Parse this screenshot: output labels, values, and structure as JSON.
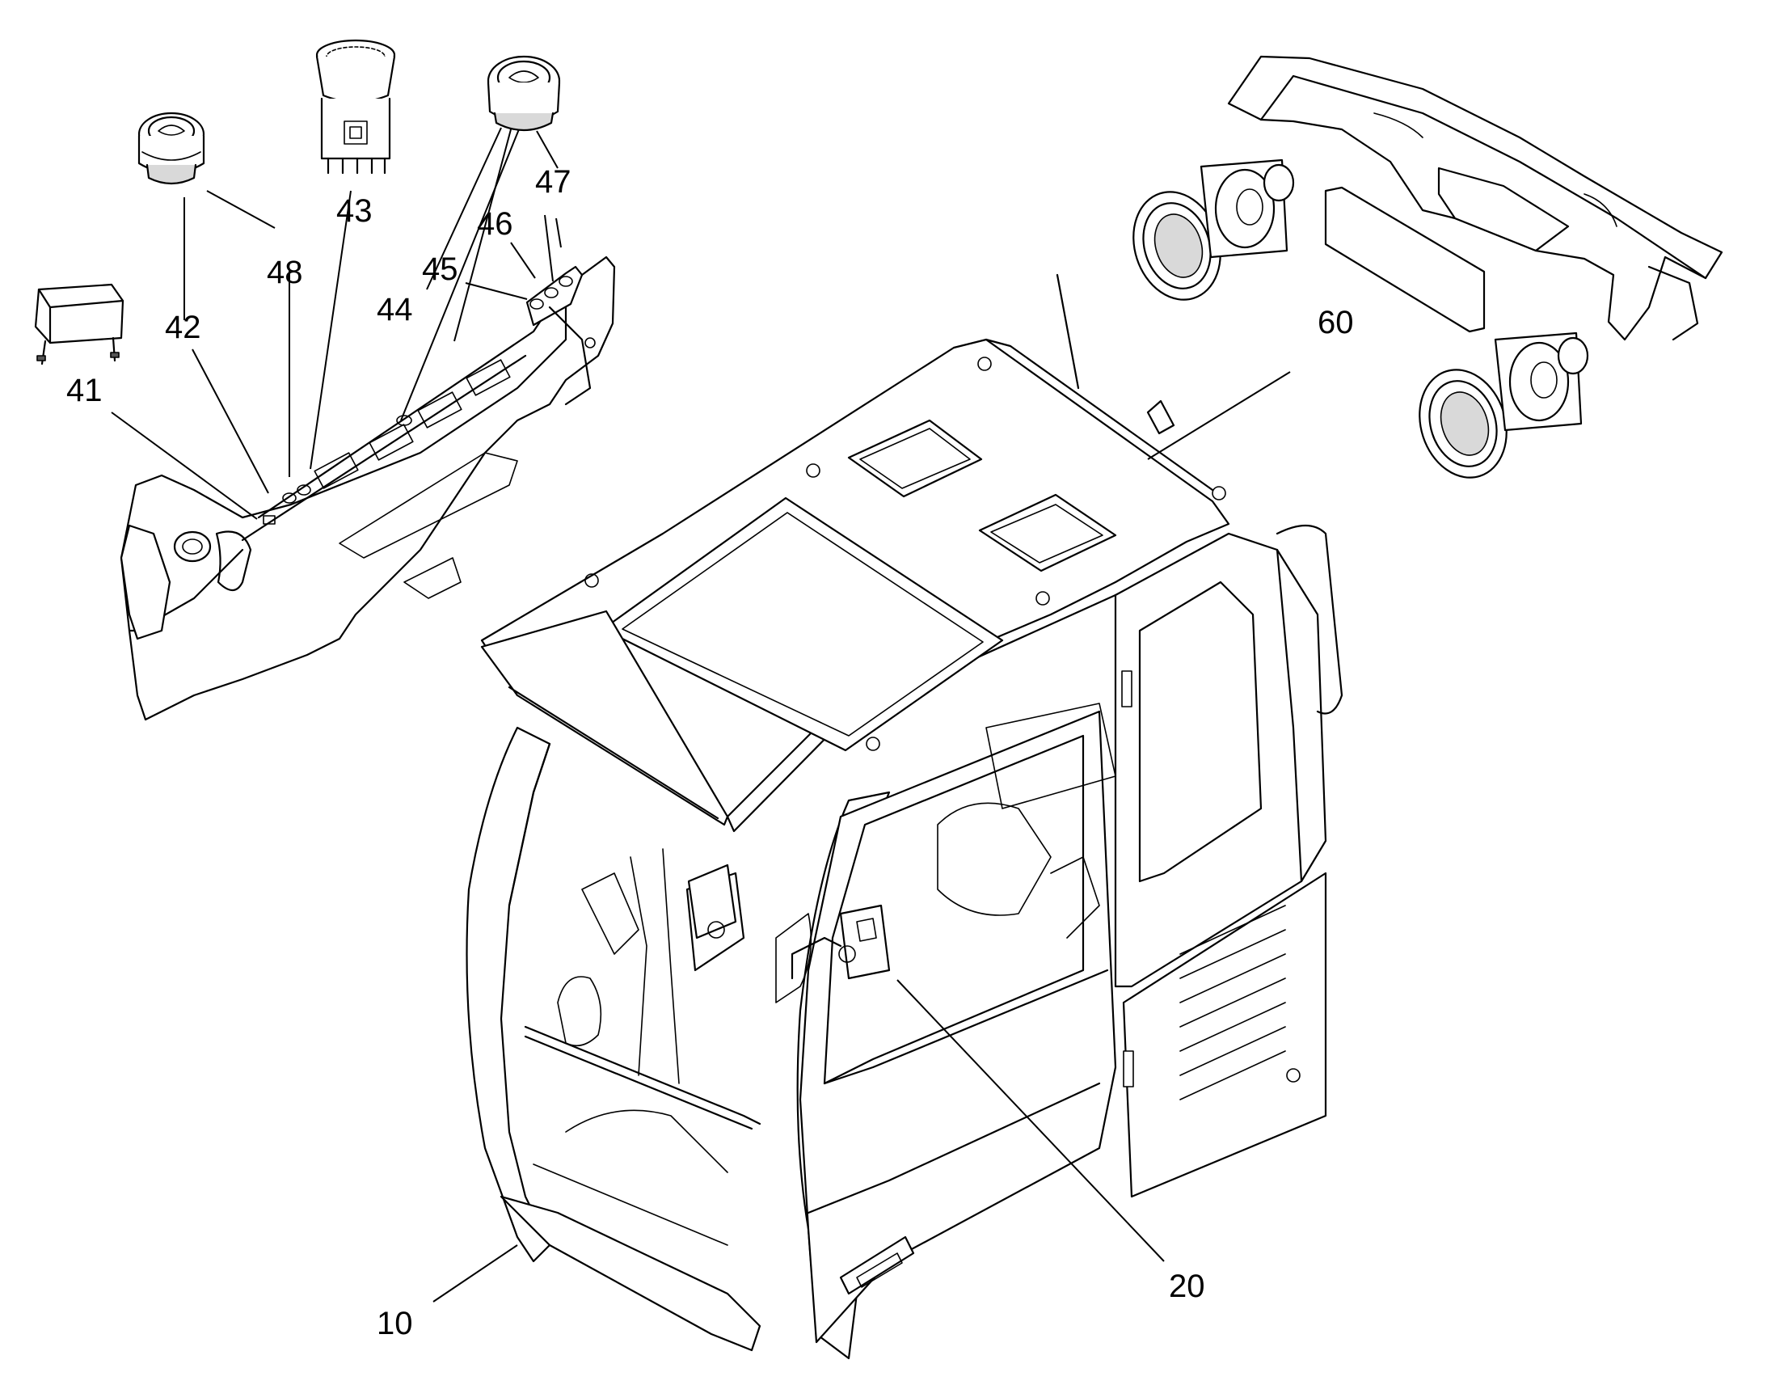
{
  "diagram": {
    "callouts": [
      {
        "id": "41",
        "label": "41"
      },
      {
        "id": "42",
        "label": "42"
      },
      {
        "id": "43",
        "label": "43"
      },
      {
        "id": "44",
        "label": "44"
      },
      {
        "id": "45",
        "label": "45"
      },
      {
        "id": "46",
        "label": "46"
      },
      {
        "id": "47",
        "label": "47"
      },
      {
        "id": "48",
        "label": "48"
      },
      {
        "id": "60",
        "label": "60"
      },
      {
        "id": "10",
        "label": "10"
      },
      {
        "id": "20",
        "label": "20"
      }
    ]
  }
}
